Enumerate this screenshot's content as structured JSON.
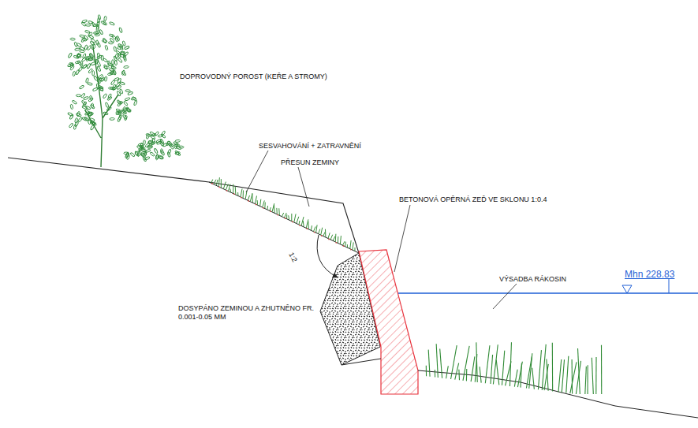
{
  "diagram": {
    "labels": [
      "DOPROVODNÝ POROST (KEŘE A STROMY)",
      "SESVAHOVÁNÍ + ZATRAVNĚNÍ",
      "PŘESUN ZEMINY",
      "BETONOVÁ OPĚRNÁ ZEĎ VE SKLONU 1:0.4",
      "1:2",
      "DOSYPÁNO ZEMINOU A ZHUTNĚNO FR. 0.001-0.05 MM",
      "VÝSADBA RÁKOSIN",
      "Mhn 228.83"
    ]
  }
}
